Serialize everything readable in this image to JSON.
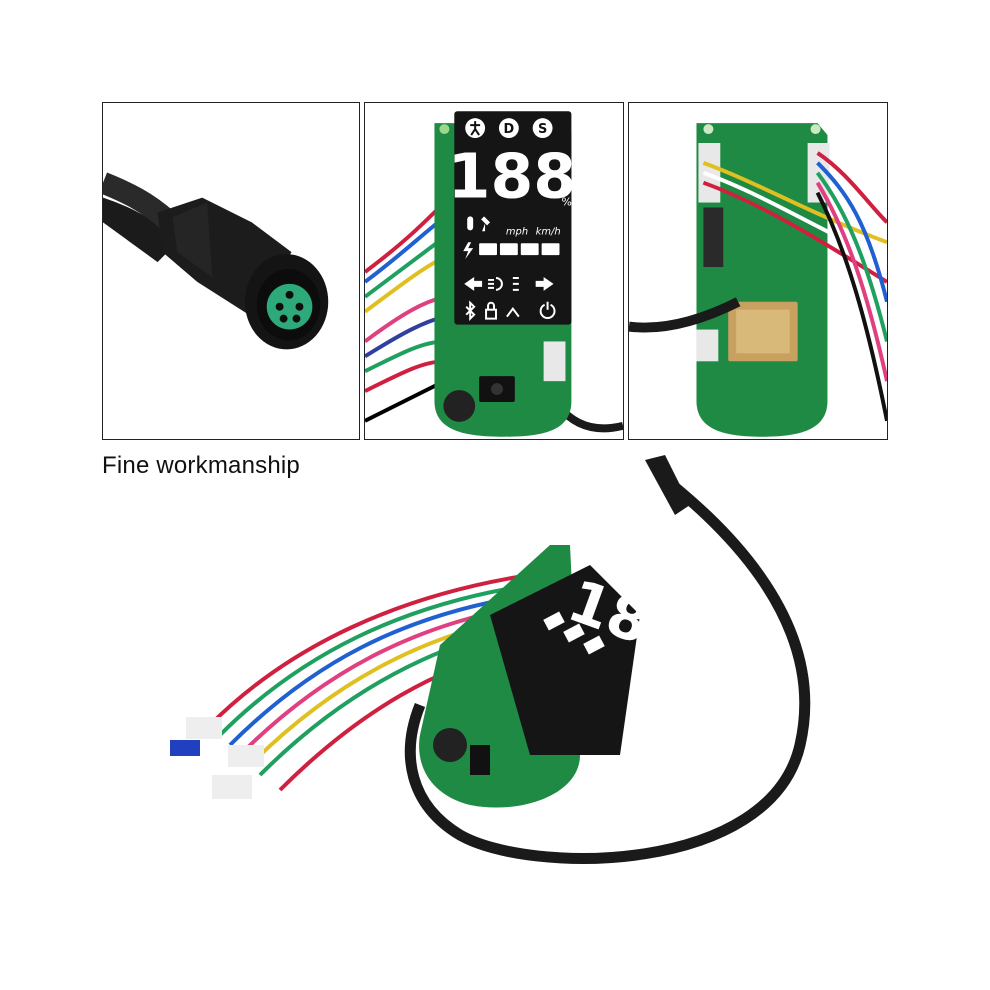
{
  "caption": "Fine workmanship",
  "display": {
    "mode_labels": [
      "D",
      "S"
    ],
    "speed_digits": "188",
    "percent_unit": "%",
    "unit_mph": "mph",
    "unit_kmh": "km/h"
  },
  "colors": {
    "pcb_green": "#1f8a43",
    "lcd_black": "#151515",
    "segment_white": "#ffffff",
    "connector_teal": "#2eaa7a",
    "cable_black": "#1a1a1a"
  },
  "icons": [
    "walk-icon",
    "thermometer-icon",
    "wrench-icon",
    "bolt-icon",
    "arrow-left-icon",
    "headlight-icon",
    "auto-light-icon",
    "arrow-right-icon",
    "bluetooth-icon",
    "lock-icon",
    "cruise-icon",
    "power-icon"
  ]
}
